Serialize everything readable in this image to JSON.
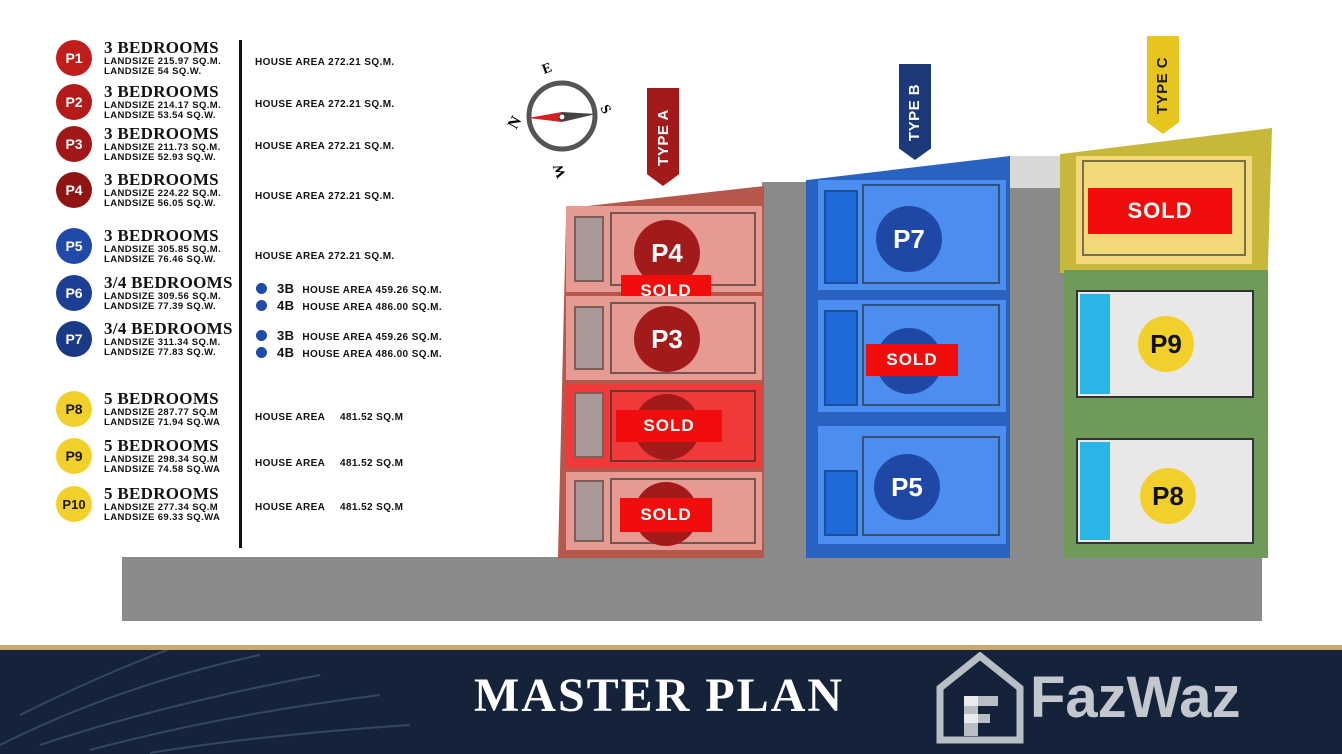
{
  "legend": [
    {
      "id": "P1",
      "bedrooms": "3 BEDROOMS",
      "line1": "LANDSIZE 215.97 SQ.M.",
      "line2": "LANDSIZE 54 SQ.W.",
      "area": "HOUSE AREA 272.21 SQ.M.",
      "color": "#c01d1d"
    },
    {
      "id": "P2",
      "bedrooms": "3 BEDROOMS",
      "line1": "LANDSIZE 214.17 SQ.M.",
      "line2": "LANDSIZE 53.54 SQ.W.",
      "area": "HOUSE AREA 272.21 SQ.M.",
      "color": "#b31a1a"
    },
    {
      "id": "P3",
      "bedrooms": "3 BEDROOMS",
      "line1": "LANDSIZE 211.73 SQ.M.",
      "line2": "LANDSIZE 52.93 SQ.W.",
      "area": "HOUSE AREA 272.21 SQ.M.",
      "color": "#a21717"
    },
    {
      "id": "P4",
      "bedrooms": "3 BEDROOMS",
      "line1": "LANDSIZE 224.22 SQ.M.",
      "line2": "LANDSIZE 56.05 SQ.W.",
      "area": "HOUSE AREA 272.21 SQ.M.",
      "color": "#8f1414"
    },
    {
      "id": "P5",
      "bedrooms": "3 BEDROOMS",
      "line1": "LANDSIZE 305.85 SQ.M.",
      "line2": "LANDSIZE 76.46 SQ.W.",
      "area": "HOUSE AREA 272.21 SQ.M.",
      "color": "#1f4aa8"
    },
    {
      "id": "P6",
      "bedrooms": "3/4 BEDROOMS",
      "line1": "LANDSIZE 309.56 SQ.M.",
      "line2": "LANDSIZE 77.39 SQ.W.",
      "opt1_b": "3B",
      "opt1": "HOUSE AREA 459.26 SQ.M.",
      "opt2_b": "4B",
      "opt2": "HOUSE AREA 486.00 SQ.M.",
      "color": "#1c3f93"
    },
    {
      "id": "P7",
      "bedrooms": "3/4 BEDROOMS",
      "line1": "LANDSIZE 311.34 SQ.M.",
      "line2": "LANDSIZE 77.83 SQ.W.",
      "opt1_b": "3B",
      "opt1": "HOUSE AREA 459.26 SQ.M.",
      "opt2_b": "4B",
      "opt2": "HOUSE AREA 486.00 SQ.M.",
      "color": "#1a3a86"
    },
    {
      "id": "P8",
      "bedrooms": "5 BEDROOMS",
      "line1": "LANDSIZE 287.77 SQ.M",
      "line2": "LANDSIZE 71.94 SQ.WA",
      "area_label": "HOUSE AREA",
      "area_value": "481.52 SQ.M",
      "color": "#f2d02c"
    },
    {
      "id": "P9",
      "bedrooms": "5 BEDROOMS",
      "line1": "LANDSIZE 298.34 SQ.M",
      "line2": "LANDSIZE 74.58 SQ.WA",
      "area_label": "HOUSE AREA",
      "area_value": "481.52 SQ.M",
      "color": "#f2d02c"
    },
    {
      "id": "P10",
      "bedrooms": "5 BEDROOMS",
      "line1": "LANDSIZE 277.34 SQ.M",
      "line2": "LANDSIZE 69.33 SQ.WA",
      "area_label": "HOUSE AREA",
      "area_value": "481.52 SQ.M",
      "color": "#f2d02c"
    }
  ],
  "compass": {
    "n": "N",
    "e": "E",
    "s": "S",
    "w": "W"
  },
  "banners": {
    "type_a": "TYPE A",
    "type_b": "TYPE B",
    "type_c": "TYPE C"
  },
  "plan": {
    "type_a": [
      {
        "label": "P4",
        "sold": "SOLD"
      },
      {
        "label": "P3"
      },
      {
        "sold": "SOLD"
      },
      {
        "sold": "SOLD"
      }
    ],
    "type_b": [
      {
        "label": "P7"
      },
      {
        "sold": "SOLD"
      },
      {
        "label": "P5"
      }
    ],
    "type_c": [
      {
        "sold": "SOLD"
      },
      {
        "label": "P9"
      },
      {
        "label": "P8"
      }
    ]
  },
  "colors": {
    "type_a": "#e04a3a",
    "type_b": "#2e6fd6",
    "type_c_top": "#cfc03a",
    "type_c": "#6b9a57",
    "navy": "#15233a",
    "gold": "#c9a96b",
    "sold": "#f20d0d"
  },
  "footer": {
    "title": "MASTER PLAN",
    "brand": "FazWaz"
  }
}
